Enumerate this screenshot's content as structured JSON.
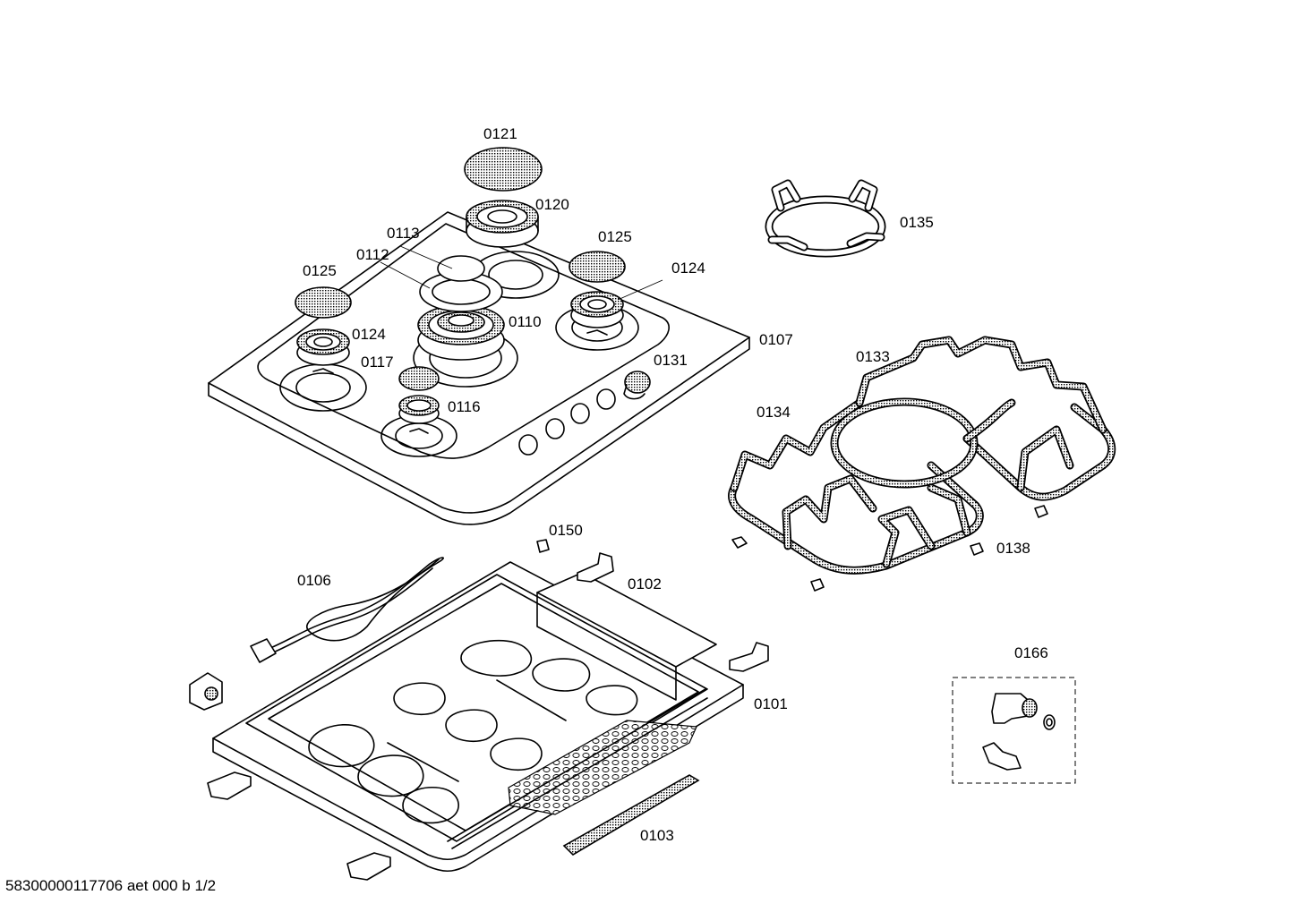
{
  "labels": {
    "p0121": "0121",
    "p0120": "0120",
    "p0113": "0113",
    "p0112": "0112",
    "p0125a": "0125",
    "p0125b": "0125",
    "p0124a": "0124",
    "p0124b": "0124",
    "p0110": "0110",
    "p0117": "0117",
    "p0116": "0116",
    "p0131": "0131",
    "p0107": "0107",
    "p0135": "0135",
    "p0133": "0133",
    "p0134": "0134",
    "p0138": "0138",
    "p0150": "0150",
    "p0106": "0106",
    "p0102": "0102",
    "p0101": "0101",
    "p0103": "0103",
    "p0166": "0166"
  },
  "footer": "58300000117706 aet 000 b 1/2"
}
